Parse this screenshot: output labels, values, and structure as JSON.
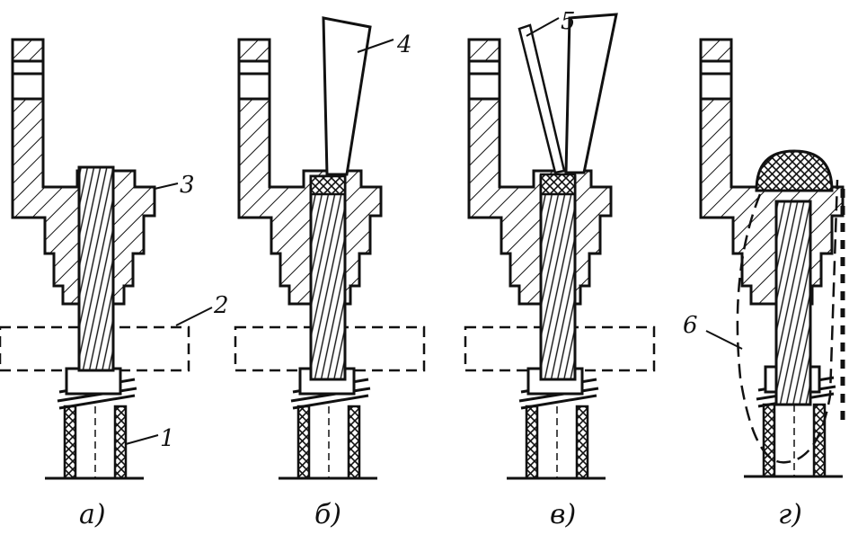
{
  "figure": {
    "panels": [
      {
        "id": "a",
        "caption": "а)"
      },
      {
        "id": "b",
        "caption": "б)"
      },
      {
        "id": "v",
        "caption": "в)"
      },
      {
        "id": "g",
        "caption": "г)"
      }
    ],
    "callouts": [
      {
        "id": "1",
        "text": "1"
      },
      {
        "id": "2",
        "text": "2"
      },
      {
        "id": "3",
        "text": "3"
      },
      {
        "id": "4",
        "text": "4"
      },
      {
        "id": "5",
        "text": "5"
      },
      {
        "id": "6",
        "text": "6"
      }
    ],
    "colors": {
      "ink": "#111111",
      "paper": "#ffffff"
    }
  }
}
